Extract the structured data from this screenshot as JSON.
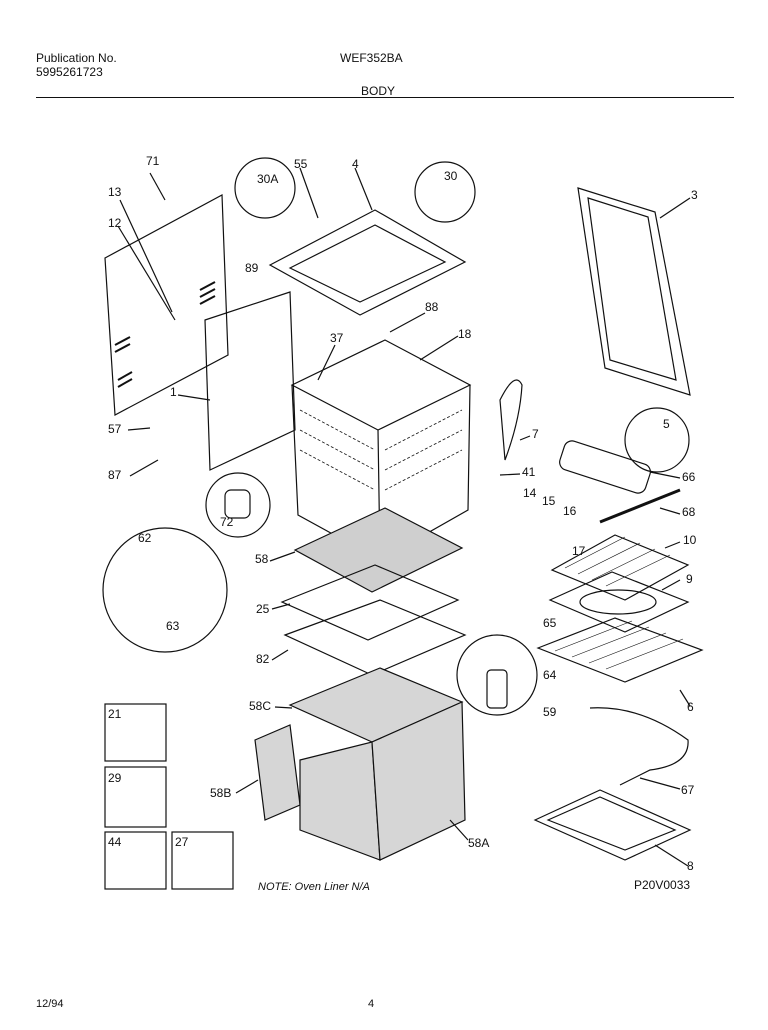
{
  "header": {
    "publication_label": "Publication No.",
    "publication_number": "5995261723",
    "model": "WEF352BA",
    "section": "BODY"
  },
  "labels": [
    "71",
    "13",
    "12",
    "89",
    "55",
    "4",
    "30A",
    "30",
    "3",
    "88",
    "18",
    "37",
    "1",
    "57",
    "87",
    "72",
    "7",
    "41",
    "66",
    "14",
    "15",
    "16",
    "68",
    "17",
    "10",
    "9",
    "5",
    "62",
    "63",
    "58",
    "25",
    "82",
    "65",
    "64",
    "59",
    "6",
    "58C",
    "58B",
    "58A",
    "21",
    "29",
    "44",
    "27",
    "67",
    "8"
  ],
  "note": "NOTE: Oven Liner N/A",
  "drawing_code": "P20V0033",
  "footer": {
    "date": "12/94",
    "page": "4"
  }
}
